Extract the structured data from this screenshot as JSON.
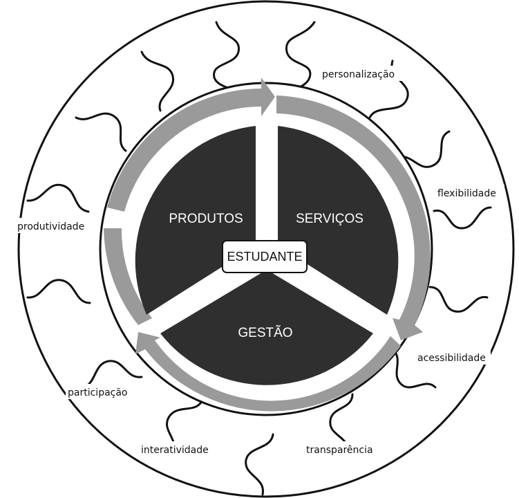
{
  "diagram": {
    "outer_labels": {
      "personalizacao": "personalização",
      "flexibilidade": "flexibilidade",
      "acessibilidade": "acessibilidade",
      "transparencia": "transparência",
      "interatividade": "interatividade",
      "participacao": "participação",
      "produtividade": "produtividade"
    },
    "sectors": {
      "produtos": "PRODUTOS",
      "servicos": "SERVIÇOS",
      "gestao": "GESTÃO"
    },
    "center": "ESTUDANTE",
    "colors": {
      "sector_fill": "#2f2f2f",
      "arrow_fill": "#9a9a9a",
      "outline": "#111111",
      "background": "#ffffff"
    }
  }
}
